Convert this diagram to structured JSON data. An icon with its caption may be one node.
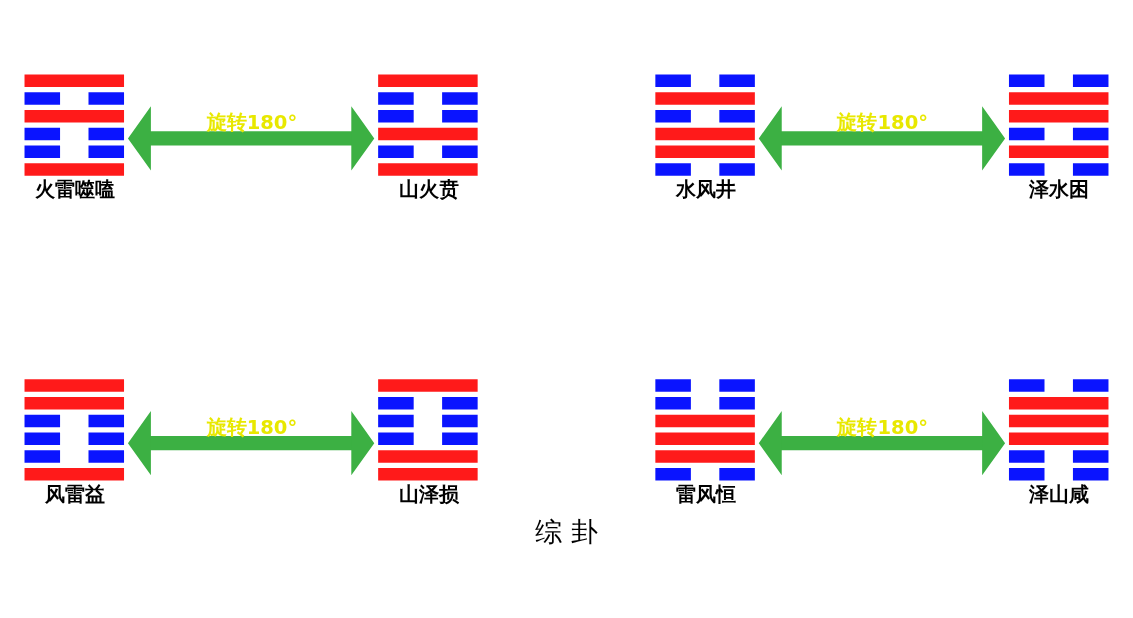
{
  "diagram": {
    "caption": "综 卦",
    "nodes": [
      {
        "text": [
          "火雷噬嗑"
        ]
      },
      {
        "text": [
          "山火贲"
        ]
      },
      {
        "text": [
          "水风井"
        ]
      },
      {
        "text": [
          "泽水困"
        ]
      },
      {
        "text": [
          "风雷益"
        ]
      },
      {
        "text": [
          "山泽损"
        ]
      },
      {
        "text": [
          "雷风恒"
        ]
      },
      {
        "text": [
          "泽山咸"
        ]
      }
    ],
    "edges": [
      {
        "from": 0,
        "to": 1,
        "arrow": "both",
        "label": "旋转180°"
      },
      {
        "from": 2,
        "to": 3,
        "arrow": "both",
        "label": "旋转180°"
      },
      {
        "from": 4,
        "to": 5,
        "arrow": "both",
        "label": "旋转180°"
      },
      {
        "from": 6,
        "to": 7,
        "arrow": "both",
        "label": "旋转180°"
      }
    ]
  }
}
